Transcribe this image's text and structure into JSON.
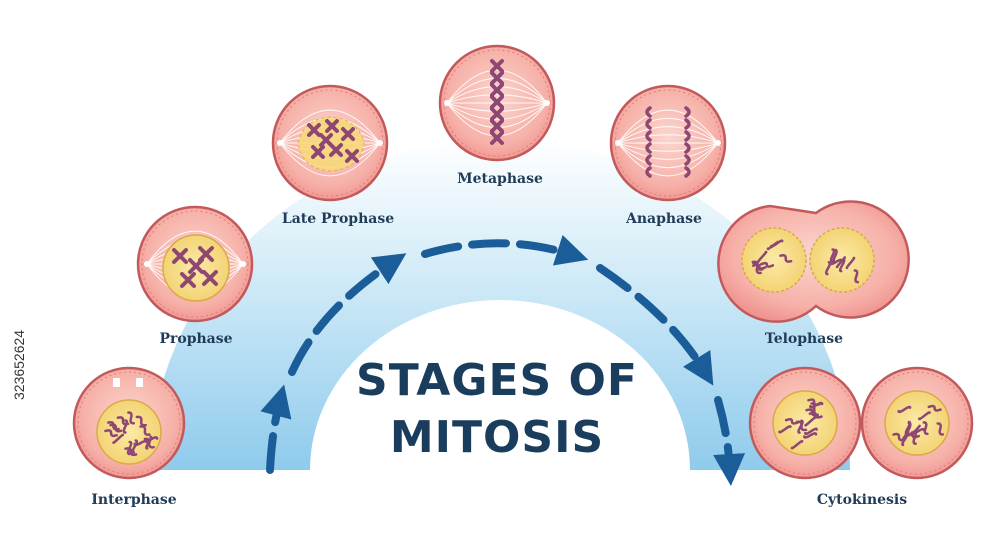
{
  "title": {
    "line1": "STAGES OF",
    "line2": "MITOSIS"
  },
  "stages": [
    {
      "id": "interphase",
      "label": "Interphase"
    },
    {
      "id": "prophase",
      "label": "Prophase"
    },
    {
      "id": "late-prophase",
      "label": "Late Prophase"
    },
    {
      "id": "metaphase",
      "label": "Metaphase"
    },
    {
      "id": "anaphase",
      "label": "Anaphase"
    },
    {
      "id": "telophase",
      "label": "Telophase"
    },
    {
      "id": "cytokinesis",
      "label": "Cytokinesis"
    }
  ],
  "side_text": "323652624",
  "colors": {
    "cell_outer": "#f3a09d",
    "cell_rim": "#c25a5c",
    "nucleus": "#f5dc86",
    "chromosome": "#8e4772",
    "arrow": "#1b5d99",
    "arch": "#aad7ef",
    "text": "#1f3b57"
  }
}
